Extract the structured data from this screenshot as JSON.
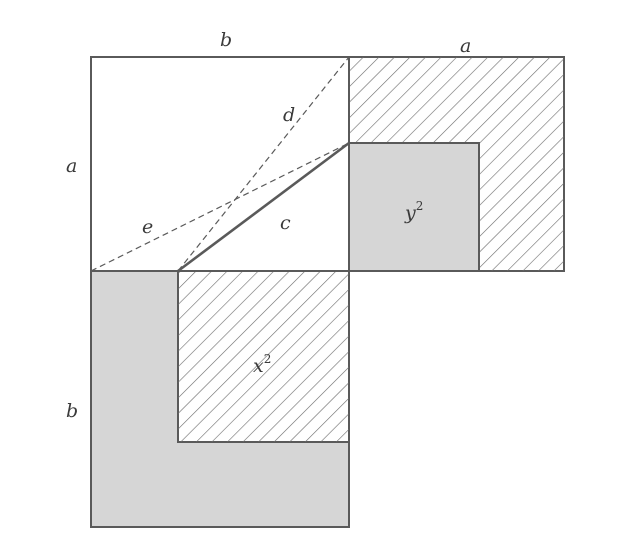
{
  "labels": {
    "top_left": "b",
    "top_right": "a",
    "left_upper": "a",
    "left_lower": "b",
    "segment_c": "c",
    "segment_d": "d",
    "segment_e": "e",
    "square_y_base": "y",
    "square_x_base": "x",
    "exponent": "2"
  },
  "colors": {
    "stroke": "#5a5a5a",
    "shade": "#d6d6d6",
    "hatch": "#6a6a6a",
    "background": "#ffffff"
  }
}
